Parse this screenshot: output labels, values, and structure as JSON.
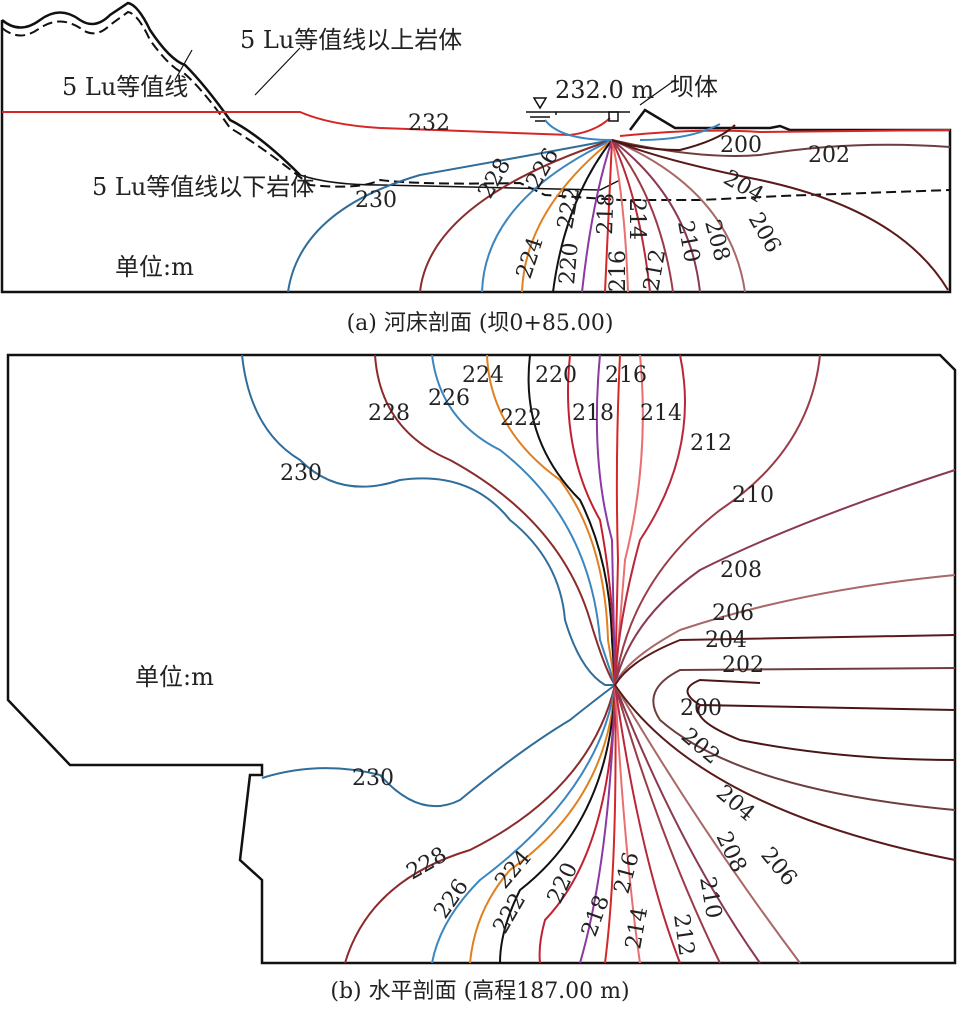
{
  "panel_a": {
    "caption": "(a) 河床剖面 (坝0+85.00)",
    "annotations": {
      "above": "5 Lu等值线以上岩体",
      "isoline": "5 Lu等值线",
      "below": "5 Lu等值线以下岩体",
      "water_level": "232.0 m",
      "dam": "坝体",
      "unit": "单位:m"
    },
    "contours": [
      "232",
      "230",
      "228",
      "226",
      "224",
      "222",
      "220",
      "218",
      "216",
      "214",
      "212",
      "210",
      "208",
      "206",
      "204",
      "202",
      "200"
    ]
  },
  "panel_b": {
    "caption": "(b) 水平剖面 (高程187.00 m)",
    "unit": "单位:m",
    "contours": [
      "230",
      "228",
      "226",
      "224",
      "222",
      "220",
      "218",
      "216",
      "214",
      "212",
      "210",
      "208",
      "206",
      "204",
      "202",
      "200",
      "202",
      "204",
      "206",
      "208",
      "210",
      "212",
      "214",
      "216",
      "218",
      "220",
      "222",
      "224",
      "226",
      "228",
      "230"
    ]
  },
  "colors": {
    "c230": "#2f6d9b",
    "c228": "#8b2b2b",
    "c226": "#3b86bf",
    "c224": "#e0801f",
    "c222": "#111111",
    "c218": "#8a3aa0",
    "c216": "#d42828",
    "c214": "#e87070",
    "c212": "#b8283a",
    "c210": "#9a3c48",
    "c208": "#8a3a50",
    "c206": "#a86868",
    "c204": "#5a1a1a",
    "c202": "#6e3e3e",
    "c200": "#4a1515"
  }
}
